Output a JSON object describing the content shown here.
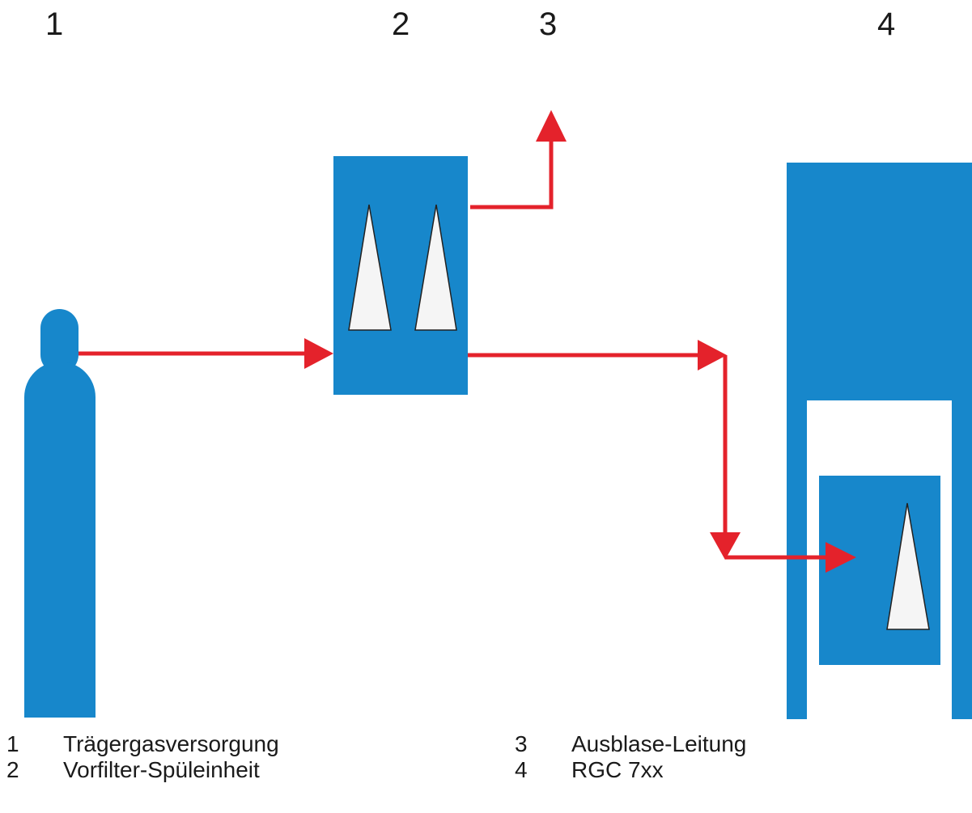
{
  "callouts": [
    "1",
    "2",
    "3",
    "4"
  ],
  "legend": [
    {
      "number": "1",
      "text": "Trägergasversorgung"
    },
    {
      "number": "2",
      "text": "Vorfilter-Spüleinheit"
    },
    {
      "number": "3",
      "text": "Ausblase-Leitung"
    },
    {
      "number": "4",
      "text": "RGC 7xx"
    }
  ],
  "colors": {
    "component_blue": "#1787cb",
    "flow_red": "#e4222b",
    "filter_white": "#f5f5f5"
  }
}
